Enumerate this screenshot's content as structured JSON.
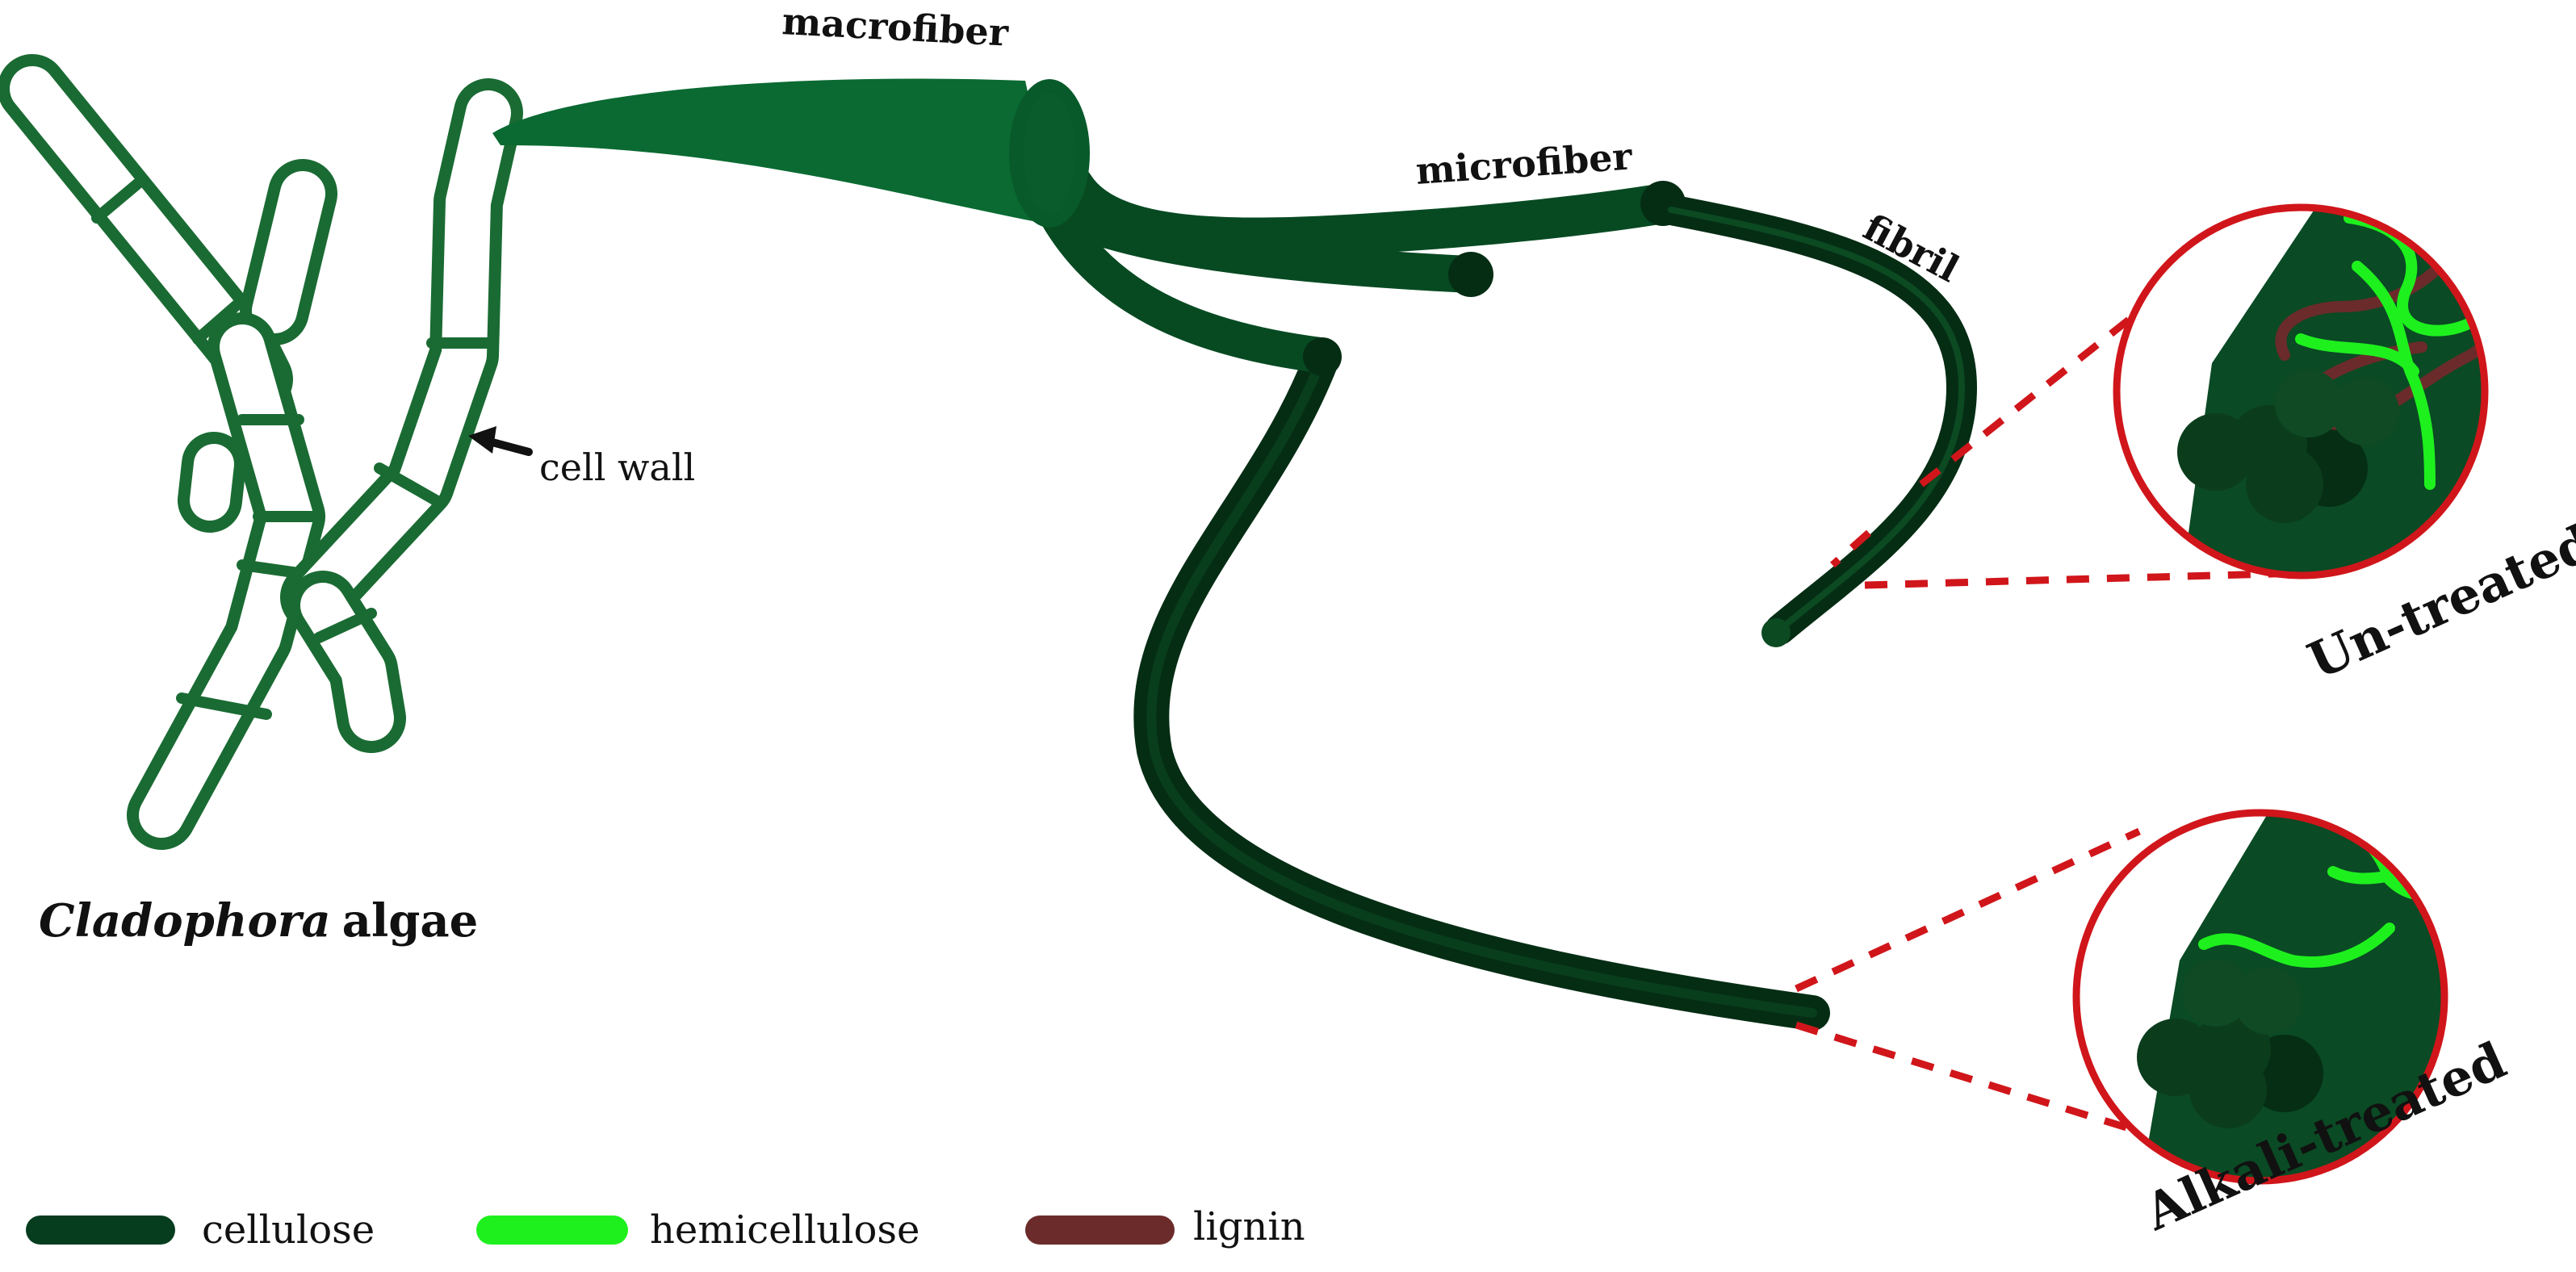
{
  "labels": {
    "algae_italic": "Cladophora",
    "algae_rest": "algae",
    "cell_wall": "cell wall",
    "macrofiber": "macrofiber",
    "microfiber": "microfiber",
    "fibril": "fibril",
    "untreated": "Un-treated",
    "alkali": "Alkali-treated"
  },
  "legend": [
    {
      "label": "cellulose",
      "color": "#073d1f"
    },
    {
      "label": "hemicellulose",
      "color": "#1ef01e"
    },
    {
      "label": "lignin",
      "color": "#6b2b2a"
    }
  ],
  "colors": {
    "algae_outline": "#1a6b33",
    "macrofiber": "#0a6a32",
    "microfiber": "#074a22",
    "fibril": "#052d14",
    "circle_border": "#d0161b",
    "dash": "#d0161b"
  }
}
